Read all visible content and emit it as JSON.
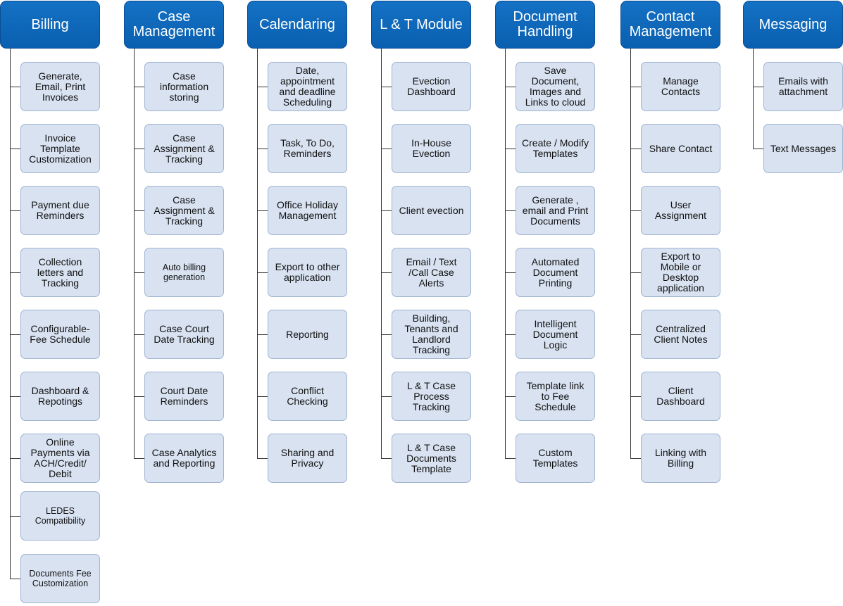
{
  "columns": [
    {
      "id": "billing",
      "header": "Billing",
      "items": [
        "Generate,\nEmail, Print\nInvoices",
        "Invoice\nTemplate\nCustomization",
        "Payment due\nReminders",
        "Collection\nletters and\nTracking",
        "Configurable-\nFee Schedule",
        "Dashboard &\nRepotings",
        "Online\nPayments via\nACH/Credit/\nDebit",
        "LEDES\nCompatibility",
        "Documents Fee\nCustomization"
      ]
    },
    {
      "id": "case-management",
      "header": "Case\nManagement",
      "items": [
        "Case\ninformation\nstoring",
        "Case\nAssignment &\nTracking",
        "Case\nAssignment &\nTracking",
        "Auto billing\ngeneration",
        "Case Court\nDate Tracking",
        "Court Date\nReminders",
        "Case Analytics\nand Reporting"
      ]
    },
    {
      "id": "calendaring",
      "header": "Calendaring",
      "items": [
        "Date,\nappointment\nand deadline\nScheduling",
        "Task, To Do,\nReminders",
        "Office Holiday\nManagement",
        "Export to other\napplication",
        "Reporting",
        "Conflict\nChecking",
        "Sharing and\nPrivacy"
      ]
    },
    {
      "id": "lt-module",
      "header": "L & T Module",
      "items": [
        "Evection\nDashboard",
        "In-House\nEvection",
        "Client evection",
        "Email / Text\n/Call Case\nAlerts",
        "Building,\nTenants and\nLandlord\nTracking",
        "L & T Case\nProcess\nTracking",
        "L & T Case\nDocuments\nTemplate"
      ]
    },
    {
      "id": "document-handling",
      "header": "Document\nHandling",
      "items": [
        "Save\nDocument,\nImages and\nLinks to cloud",
        "Create / Modify\nTemplates",
        "Generate ,\nemail and Print\nDocuments",
        "Automated\nDocument\nPrinting",
        "Intelligent\nDocument\nLogic",
        "Template link\nto Fee\nSchedule",
        "Custom\nTemplates"
      ]
    },
    {
      "id": "contact-management",
      "header": "Contact\nManagement",
      "items": [
        "Manage\nContacts",
        "Share Contact",
        "User\nAssignment",
        "Export to\nMobile or\nDesktop\napplication",
        "Centralized\nClient Notes",
        "Client\nDashboard",
        "Linking with\nBilling"
      ]
    },
    {
      "id": "messaging",
      "header": "Messaging",
      "items": [
        "Emails with\nattachment",
        "Text Messages"
      ]
    }
  ],
  "colors": {
    "header_bg": "#0a5fb0",
    "header_text": "#ffffff",
    "card_bg": "#d8e2f1",
    "card_border": "#9fb4d2",
    "connector": "#333333"
  }
}
